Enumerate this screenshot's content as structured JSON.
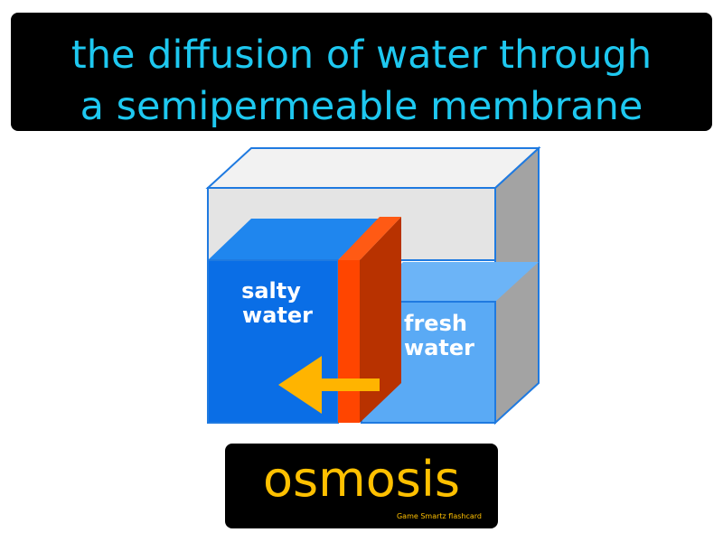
{
  "definition": {
    "line1": "the diffusion of water through",
    "line2": "a semipermeable membrane"
  },
  "labels": {
    "salty_line1": "salty",
    "salty_line2": "water",
    "fresh_line1": "fresh",
    "fresh_line2": "water"
  },
  "term": "osmosis",
  "credit": "Game Smartz flashcard",
  "colors": {
    "definition_text": "#1ec8f0",
    "term_text": "#ffc000",
    "salty_water": "#0a6ee6",
    "fresh_water": "#5aaaf5",
    "membrane": "#ff4500",
    "arrow": "#ffb400"
  }
}
